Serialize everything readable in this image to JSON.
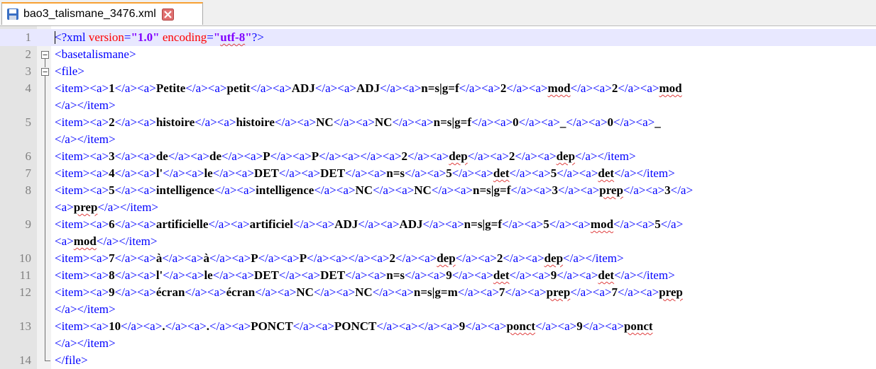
{
  "tab": {
    "title": "bao3_talismane_3476.xml"
  },
  "colors": {
    "tag": "#0000ff",
    "text": "#000000",
    "attr": "#ff0000",
    "value": "#8000ff",
    "current_line": "#e8e8ff",
    "tab_accent": "#f7a134"
  },
  "decl": {
    "open": "<?xml ",
    "version_attr": "version",
    "eq1": "=",
    "version_val": "\"1.0\"",
    "encoding_attr": " encoding",
    "eq2": "=",
    "encoding_val_q1": "\"",
    "encoding_val": "utf-8",
    "encoding_val_q2": "\"",
    "close": "?>"
  },
  "lines": [
    {
      "no": "1"
    },
    {
      "no": "2"
    },
    {
      "no": "3"
    },
    {
      "no": "4"
    },
    {
      "no": "5"
    },
    {
      "no": "6"
    },
    {
      "no": "7"
    },
    {
      "no": "8"
    },
    {
      "no": "9"
    },
    {
      "no": "10"
    },
    {
      "no": "11"
    },
    {
      "no": "12"
    },
    {
      "no": "13"
    },
    {
      "no": "14"
    }
  ],
  "basetag": "<basetalismane>",
  "filetag": "<file>",
  "endfile": "</file>",
  "items": [
    {
      "cells": [
        "1",
        "Petite",
        "petit",
        "ADJ",
        "ADJ",
        "n=s|g=f",
        "2",
        "mod",
        "2",
        "mod"
      ]
    },
    {
      "cells": [
        "2",
        "histoire",
        "histoire",
        "NC",
        "NC",
        "n=s|g=f",
        "0",
        "_",
        "0",
        "_"
      ]
    },
    {
      "cells": [
        "3",
        "de",
        "de",
        "P",
        "P",
        "",
        "2",
        "dep",
        "2",
        "dep"
      ]
    },
    {
      "cells": [
        "4",
        "l'",
        "le",
        "DET",
        "DET",
        "n=s",
        "5",
        "det",
        "5",
        "det"
      ]
    },
    {
      "cells": [
        "5",
        "intelligence",
        "intelligence",
        "NC",
        "NC",
        "n=s|g=f",
        "3",
        "prep",
        "3",
        "prep"
      ]
    },
    {
      "cells": [
        "6",
        "artificielle",
        "artificiel",
        "ADJ",
        "ADJ",
        "n=s|g=f",
        "5",
        "mod",
        "5",
        "mod"
      ]
    },
    {
      "cells": [
        "7",
        "à",
        "à",
        "P",
        "P",
        "",
        "2",
        "dep",
        "2",
        "dep"
      ]
    },
    {
      "cells": [
        "8",
        "l'",
        "le",
        "DET",
        "DET",
        "n=s",
        "9",
        "det",
        "9",
        "det"
      ]
    },
    {
      "cells": [
        "9",
        "écran",
        "écran",
        "NC",
        "NC",
        "n=s|g=m",
        "7",
        "prep",
        "7",
        "prep"
      ]
    },
    {
      "cells": [
        "10",
        ".",
        ".",
        "PONCT",
        "PONCT",
        "",
        "9",
        "ponct",
        "9",
        "ponct"
      ]
    }
  ]
}
